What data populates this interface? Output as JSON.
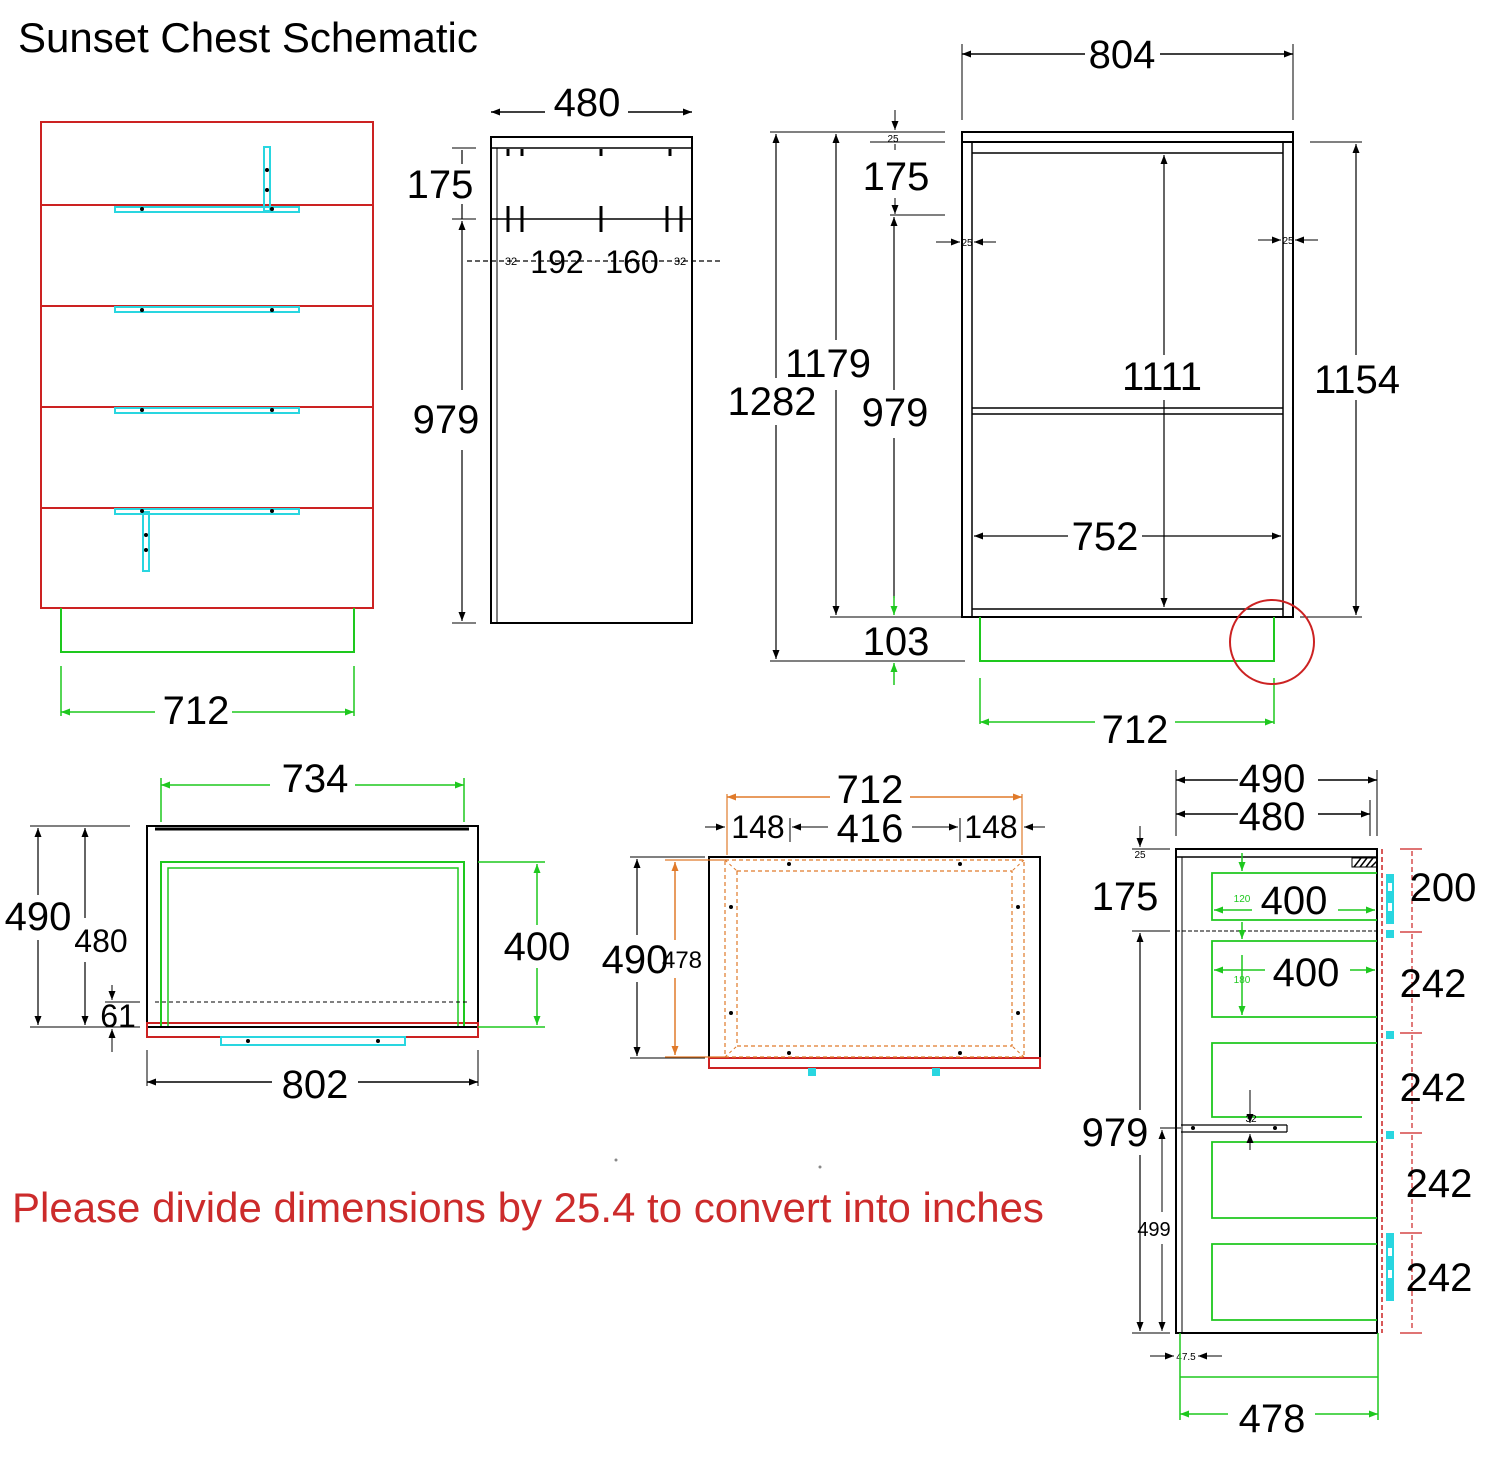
{
  "title": "Sunset Chest Schematic",
  "note": "Please divide dimensions by 25.4 to convert into inches",
  "colors": {
    "outline": "#000000",
    "carcass_red": "#cc2222",
    "handle_cyan": "#29d6e0",
    "dim_green": "#1ec81e",
    "dim_orange": "#e07a2a",
    "note_red": "#cc2b2b"
  },
  "front_view": {
    "base_width": "712"
  },
  "side_view": {
    "width": "480",
    "top": "175",
    "carcass": "979",
    "holes_a": "192",
    "holes_b": "160",
    "small_left": "32",
    "small_right": "32"
  },
  "back_view": {
    "width": "804",
    "top_thickness": "25",
    "top_height": "175",
    "inner_height": "1179",
    "total_height": "1282",
    "carcass": "979",
    "center_height": "1111",
    "side_height": "1154",
    "inner_width": "752",
    "plinth": "103",
    "side_left": "25",
    "side_right": "25",
    "base_width": "712"
  },
  "top_view_1": {
    "inner_width": "734",
    "depth": "490",
    "inner_depth": "480",
    "drawer_depth": "400",
    "offset": "61",
    "width": "802"
  },
  "top_view_2": {
    "width": "712",
    "side_left": "148",
    "center": "416",
    "side_right": "148",
    "depth": "490",
    "inner_depth": "478"
  },
  "section_view": {
    "depth": "490",
    "inner_depth": "480",
    "top_thickness": "25",
    "top": "175",
    "drawer_1": "400",
    "drawer_2": "400",
    "small_1": "120",
    "small_2": "180",
    "carcass": "979",
    "lower": "499",
    "bracket": "32",
    "foot": "47.5",
    "bottom_width": "478",
    "drawer_heights": [
      "200",
      "242",
      "242",
      "242",
      "242"
    ]
  }
}
